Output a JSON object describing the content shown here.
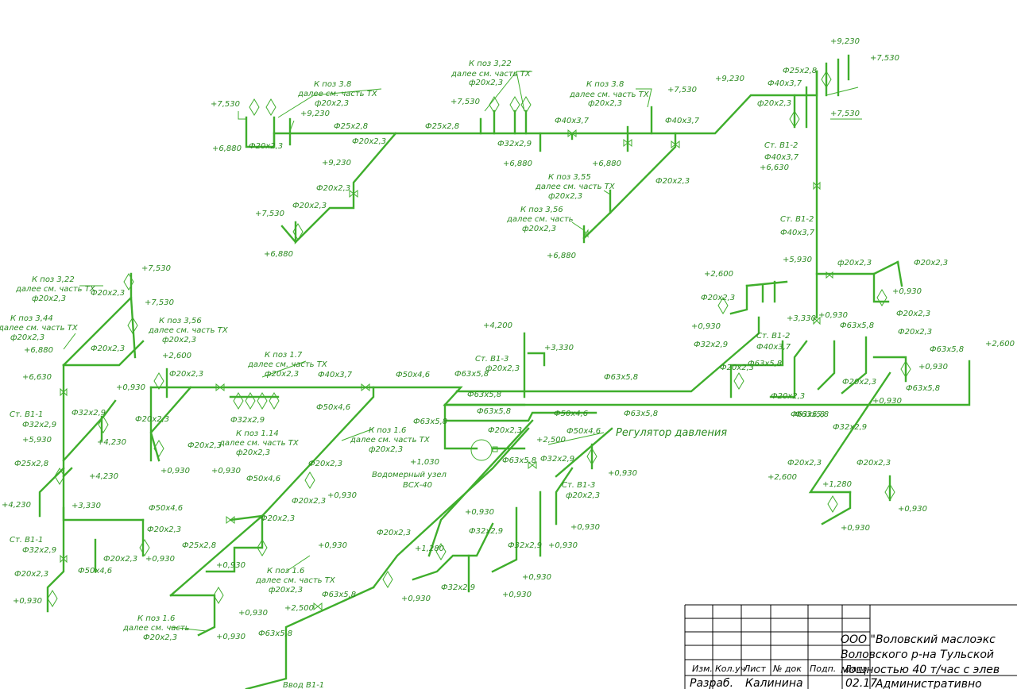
{
  "colors": {
    "pipe": "#3fae2c",
    "text": "#2a8a1f",
    "titleblock": "#000000"
  },
  "labels": [
    {
      "id": "top-9230",
      "text": "+9,230"
    },
    {
      "id": "top-7530-r",
      "text": "+7,530"
    },
    {
      "id": "d25-2-8-r",
      "text": "Ф25х2,8"
    },
    {
      "id": "d40-3-7-r",
      "text": "Ф40х3,7"
    },
    {
      "id": "pl-9230-b",
      "text": "+9,230"
    },
    {
      "id": "d20-2-3-r",
      "text": "ф20х2,3"
    },
    {
      "id": "pl-7530-c",
      "text": "+7,530"
    },
    {
      "id": "st-b1-2-a",
      "text": "Ст. В1-2"
    },
    {
      "id": "d40-3-7-s",
      "text": "Ф40х3,7"
    },
    {
      "id": "pl-6630",
      "text": "+6,630"
    },
    {
      "id": "st-b1-2-b",
      "text": "Ст. В1-2"
    },
    {
      "id": "d40-3-7-t",
      "text": "Ф40х3,7"
    },
    {
      "id": "kpoz322-a",
      "text": "К поз 3,22"
    },
    {
      "id": "dalee-a",
      "text": "далее см. часть ТХ"
    },
    {
      "id": "ph20-a",
      "text": "ф20х2,3"
    },
    {
      "id": "kpoz38-a",
      "text": "К поз 3.8"
    },
    {
      "id": "dalee-b",
      "text": "далее см. часть ТХ"
    },
    {
      "id": "ph20-b",
      "text": "ф20х2,3"
    },
    {
      "id": "pl-7530-a",
      "text": "+7,530"
    },
    {
      "id": "pl-9230-c",
      "text": "+9,230"
    },
    {
      "id": "d25-2-8-a",
      "text": "Ф25х2,8"
    },
    {
      "id": "d25-2-8-b",
      "text": "Ф25х2,8"
    },
    {
      "id": "pl-6880-a",
      "text": "+6,880"
    },
    {
      "id": "d20-2-3-a",
      "text": "Ф20х2,3"
    },
    {
      "id": "d20-2-3-b",
      "text": "Ф20х2,3"
    },
    {
      "id": "pl-9230-d",
      "text": "+9,230"
    },
    {
      "id": "d20-2-3-c",
      "text": "Ф20х2,3"
    },
    {
      "id": "d20-2-3-d",
      "text": "Ф20х2,3"
    },
    {
      "id": "pl-7530-d",
      "text": "+7,530"
    },
    {
      "id": "pl-6880-b",
      "text": "+6,880"
    },
    {
      "id": "pl-7530-e",
      "text": "+7,530"
    },
    {
      "id": "d32-2-9-a",
      "text": "Ф32х2,9"
    },
    {
      "id": "pl-6880-c",
      "text": "+6,880"
    },
    {
      "id": "d40-3-7-a",
      "text": "Ф40х3,7"
    },
    {
      "id": "kpoz38-b",
      "text": "К поз 3.8"
    },
    {
      "id": "dalee-c",
      "text": "далее см. часть ТХ"
    },
    {
      "id": "ph20-c",
      "text": "ф20х2,3"
    },
    {
      "id": "pl-7530-f",
      "text": "+7,530"
    },
    {
      "id": "d40-3-7-b",
      "text": "Ф40х3,7"
    },
    {
      "id": "pl-6880-d",
      "text": "+6,880"
    },
    {
      "id": "kpoz355",
      "text": "К поз 3,55"
    },
    {
      "id": "dalee-d",
      "text": "далее см. часть ТХ"
    },
    {
      "id": "ph20-d",
      "text": "ф20х2,3"
    },
    {
      "id": "kpoz356-a",
      "text": "К поз 3,56"
    },
    {
      "id": "dalee-e",
      "text": "далее см. часть"
    },
    {
      "id": "ph20-e",
      "text": "ф20х2,3"
    },
    {
      "id": "d20-2-3-e",
      "text": "Ф20х2,3"
    },
    {
      "id": "pl-6880-e",
      "text": "+6,880"
    },
    {
      "id": "pl-7530-g",
      "text": "+7,530"
    },
    {
      "id": "kpoz322-b",
      "text": "К поз 3,22"
    },
    {
      "id": "dalee-f",
      "text": "далее см. часть ТХ"
    },
    {
      "id": "ph20-f",
      "text": "ф20х2,3"
    },
    {
      "id": "d20-2-3-f",
      "text": "Ф20х2,3"
    },
    {
      "id": "pl-7530-h",
      "text": "+7,530"
    },
    {
      "id": "kpoz344",
      "text": "К поз 3,44"
    },
    {
      "id": "dalee-g",
      "text": "далее см. часть ТХ"
    },
    {
      "id": "ph20-g",
      "text": "ф20х2,3"
    },
    {
      "id": "kpoz356-b",
      "text": "К поз 3,56"
    },
    {
      "id": "dalee-h",
      "text": "далее см. часть ТХ"
    },
    {
      "id": "ph20-h",
      "text": "ф20х2,3"
    },
    {
      "id": "pl-6880-f",
      "text": "+6,880"
    },
    {
      "id": "d20-2-3-g",
      "text": "Ф20х2,3"
    },
    {
      "id": "pl-6630-b",
      "text": "+6,630"
    },
    {
      "id": "pl-2600-a",
      "text": "+2,600"
    },
    {
      "id": "kpoz17",
      "text": "К поз 1.7"
    },
    {
      "id": "dalee-i",
      "text": "далее см. часть ТХ"
    },
    {
      "id": "ph20-i",
      "text": "ф20х2,3"
    },
    {
      "id": "d40-3-7-c",
      "text": "Ф40х3,7"
    },
    {
      "id": "d50-4-6-a",
      "text": "Ф50х4,6"
    },
    {
      "id": "d20-2-3-h",
      "text": "Ф20х2,3"
    },
    {
      "id": "pl-0930-a",
      "text": "+0,930"
    },
    {
      "id": "st-b1-1-a",
      "text": "Ст. В1-1"
    },
    {
      "id": "d32-2-9-b",
      "text": "Ф32х2,9"
    },
    {
      "id": "d32-2-9-c",
      "text": "Ф32х2,9"
    },
    {
      "id": "pl-5930-a",
      "text": "+5,930"
    },
    {
      "id": "pl-4230-a",
      "text": "+4,230"
    },
    {
      "id": "d20-2-3-i",
      "text": "Ф20х2,3"
    },
    {
      "id": "kpoz114",
      "text": "К поз 1.14"
    },
    {
      "id": "dalee-j",
      "text": "далее см. часть ТХ"
    },
    {
      "id": "ph20-j",
      "text": "ф20х2,3"
    },
    {
      "id": "d32-2-9-d",
      "text": "Ф32х2,9"
    },
    {
      "id": "d25-2-8-c",
      "text": "Ф25х2,8"
    },
    {
      "id": "pl-4230-b",
      "text": "+4,230"
    },
    {
      "id": "pl-0930-b",
      "text": "+0,930"
    },
    {
      "id": "pl-0930-c",
      "text": "+0,930"
    },
    {
      "id": "d20-2-3-j",
      "text": "Ф20х2,3"
    },
    {
      "id": "pl-4230-c",
      "text": "+4,230"
    },
    {
      "id": "pl-3330-a",
      "text": "+3,330"
    },
    {
      "id": "d50-4-6-b",
      "text": "Ф50х4,6"
    },
    {
      "id": "d50-4-6-c",
      "text": "Ф50х4,6"
    },
    {
      "id": "d20-2-3-k",
      "text": "Ф20х2,3"
    },
    {
      "id": "pl-0930-d",
      "text": "+0,930"
    },
    {
      "id": "kpoz16-a",
      "text": "К поз 1.6"
    },
    {
      "id": "dalee-k",
      "text": "далее см. часть ТХ"
    },
    {
      "id": "ph20-k",
      "text": "ф20х2,3"
    },
    {
      "id": "pl-1030",
      "text": "+1,030"
    },
    {
      "id": "vodomer",
      "text": "Водомерный узел"
    },
    {
      "id": "vsx40",
      "text": "ВСХ-40"
    },
    {
      "id": "pl-4200",
      "text": "+4,200"
    },
    {
      "id": "st-b1-3-a",
      "text": "Ст. В1-3"
    },
    {
      "id": "ph20-l",
      "text": "ф20х2,3"
    },
    {
      "id": "pl-3330-b",
      "text": "+3,330"
    },
    {
      "id": "d63-5-8-a",
      "text": "Ф63х5,8"
    },
    {
      "id": "d63-5-8-b",
      "text": "Ф63х5,8"
    },
    {
      "id": "d63-5-8-c",
      "text": "Ф63х5,8"
    },
    {
      "id": "d63-5-8-d",
      "text": "Ф63х5,8"
    },
    {
      "id": "d63-5-8-e",
      "text": "Ф63х5,8"
    },
    {
      "id": "d50-4-6-d",
      "text": "Ф50х4,6"
    },
    {
      "id": "d63-5-8-f",
      "text": "Ф63х5,8"
    },
    {
      "id": "d20-2-3-l",
      "text": "Ф20х2,3"
    },
    {
      "id": "pl-2500-a",
      "text": "+2,500"
    },
    {
      "id": "d50-4-6-e",
      "text": "Ф50х4,6"
    },
    {
      "id": "regulator",
      "text": "Регулятор давления"
    },
    {
      "id": "d63-5-8-g",
      "text": "Ф63х5,8"
    },
    {
      "id": "d32-2-9-e",
      "text": "Ф32х2,9"
    },
    {
      "id": "pl-0930-e",
      "text": "+0,930"
    },
    {
      "id": "st-b1-3-b",
      "text": "Ст. В1-3"
    },
    {
      "id": "ph20-m",
      "text": "ф20х2,3"
    },
    {
      "id": "d20-2-3-m",
      "text": "Ф20х2,3"
    },
    {
      "id": "d20-2-3-n",
      "text": "Ф20х2,3"
    },
    {
      "id": "pl-0930-f",
      "text": "+0,930"
    },
    {
      "id": "d50-4-6-f",
      "text": "Ф50х4,6"
    },
    {
      "id": "d20-2-3-o",
      "text": "Ф20х2,3"
    },
    {
      "id": "pl-0930-g",
      "text": "+0,930"
    },
    {
      "id": "d20-2-3-p",
      "text": "Ф20х2,3"
    },
    {
      "id": "pl-0930-h",
      "text": "+0,930"
    },
    {
      "id": "d25-2-8-d",
      "text": "Ф25х2,8"
    },
    {
      "id": "pl-0930-i",
      "text": "+0,930"
    },
    {
      "id": "kpoz16-b",
      "text": "К поз 1.6"
    },
    {
      "id": "dalee-l",
      "text": "далее см. часть ТХ"
    },
    {
      "id": "ph20-n",
      "text": "ф20х2,3"
    },
    {
      "id": "st-b1-1-b",
      "text": "Ст. В1-1"
    },
    {
      "id": "d32-2-9-f",
      "text": "Ф32х2,9"
    },
    {
      "id": "d20-2-3-q",
      "text": "Ф20х2,3"
    },
    {
      "id": "d50-4-6-g",
      "text": "Ф50х4,6"
    },
    {
      "id": "pl-0930-j",
      "text": "+0,930"
    },
    {
      "id": "kpoz16-c",
      "text": "К поз 1.6"
    },
    {
      "id": "dalee-m",
      "text": "далее см. часть"
    },
    {
      "id": "ph20-o",
      "text": "Ф20х2,3"
    },
    {
      "id": "pl-0930-k",
      "text": "+0,930"
    },
    {
      "id": "pl-0930-l",
      "text": "+0,930"
    },
    {
      "id": "pl-2500-b",
      "text": "+2,500"
    },
    {
      "id": "d63-5-8-h",
      "text": "Ф63х5,8"
    },
    {
      "id": "d63-5-8-i",
      "text": "Ф63х5,8"
    },
    {
      "id": "vvod",
      "text": "Ввод В1-1"
    },
    {
      "id": "d20-2-3-r2",
      "text": "Ф20х2,3"
    },
    {
      "id": "pl-1280-a",
      "text": "+1,280"
    },
    {
      "id": "d32-2-9-g",
      "text": "Ф32х2,9"
    },
    {
      "id": "pl-0930-m",
      "text": "+0,930"
    },
    {
      "id": "d32-2-9-h",
      "text": "Ф32х2,9"
    },
    {
      "id": "pl-0930-n",
      "text": "+0,930"
    },
    {
      "id": "d32-2-9-i",
      "text": "Ф32х2,9"
    },
    {
      "id": "pl-0930-o",
      "text": "+0,930"
    },
    {
      "id": "pl-0930-p",
      "text": "+0,930"
    },
    {
      "id": "pl-0930-q",
      "text": "+0,930"
    },
    {
      "id": "pl-2600-b",
      "text": "+2,600"
    },
    {
      "id": "d20-2-3-s",
      "text": "Ф20х2,3"
    },
    {
      "id": "pl-0930-r",
      "text": "+0,930"
    },
    {
      "id": "pl-3330-c",
      "text": "+3,330"
    },
    {
      "id": "st-b1-2-c",
      "text": "Ст. В1-2"
    },
    {
      "id": "d40-3-7-d",
      "text": "Ф40х3,7"
    },
    {
      "id": "d32-2-9-j",
      "text": "Ф32х2,9"
    },
    {
      "id": "d20-2-3-t",
      "text": "Ф20х2,3"
    },
    {
      "id": "d63-5-8-j",
      "text": "Ф63х5,8"
    },
    {
      "id": "d63-5-8-k",
      "text": "Ф63х5,8"
    },
    {
      "id": "d20-2-3-u",
      "text": "Ф20х2,3"
    },
    {
      "id": "pl-5930-b",
      "text": "+5,930"
    },
    {
      "id": "ph20-p",
      "text": "ф20х2,3"
    },
    {
      "id": "d20-2-3-v",
      "text": "Ф20х2,3"
    },
    {
      "id": "pl-0930-s",
      "text": "+0,930"
    },
    {
      "id": "pl-0930-t",
      "text": "+0,930"
    },
    {
      "id": "d20-2-3-w",
      "text": "Ф20х2,3"
    },
    {
      "id": "d63-5-8-l",
      "text": "Ф63х5,8"
    },
    {
      "id": "d20-2-3-x",
      "text": "Ф20х2,3"
    },
    {
      "id": "d63-5-8-m",
      "text": "Ф63х5,8"
    },
    {
      "id": "pl-2600-c",
      "text": "+2,600"
    },
    {
      "id": "pl-0930-u",
      "text": "+0,930"
    },
    {
      "id": "d20-2-3-y",
      "text": "Ф20х2,3"
    },
    {
      "id": "d63-5-8-n",
      "text": "Ф63х5,8"
    },
    {
      "id": "pl-0930-v",
      "text": "+0,930"
    },
    {
      "id": "d63-5-8-o",
      "text": "Ф63х5,8"
    },
    {
      "id": "d32-2-9-k",
      "text": "Ф32х2,9"
    },
    {
      "id": "pl-2600-d",
      "text": "+2,600"
    },
    {
      "id": "d20-2-3-z",
      "text": "Ф20х2,3"
    },
    {
      "id": "d20-2-3-aa",
      "text": "Ф20х2,3"
    },
    {
      "id": "pl-1280-b",
      "text": "+1,280"
    },
    {
      "id": "pl-0930-w",
      "text": "+0,930"
    },
    {
      "id": "pl-0930-x",
      "text": "+0,930"
    }
  ],
  "titleblock": {
    "company_line1": "ООО \"Воловский маслоэкс",
    "company_line2": "Воловского р-на Тульской",
    "company_line3": "мощностью 40 т/час с элев",
    "col_izm": "Изм.",
    "col_koluch": "Кол.уч",
    "col_list": "Лист",
    "col_ndok": "№ док",
    "col_podp": "Подп.",
    "col_data": "Дата",
    "row_razrab": "Разраб.",
    "razrab_name": "Калинина",
    "date": "02.17",
    "sheet_title": "Административно"
  }
}
